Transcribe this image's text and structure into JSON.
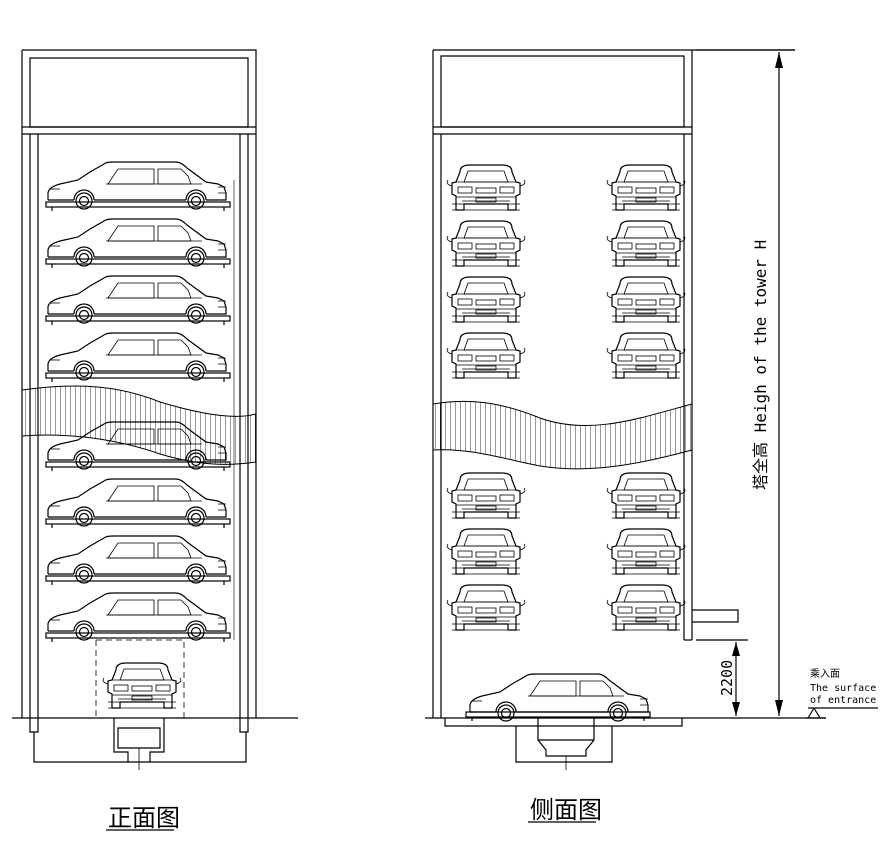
{
  "front_view": {
    "caption": "正面图",
    "upper_car_count": 4,
    "lower_car_count": 4
  },
  "side_view": {
    "caption": "侧面图",
    "upper_row_count": 4,
    "lower_row_count": 3,
    "columns": 2
  },
  "dimensions": {
    "tower_height_label": "塔全高 Heigh of the tower H",
    "entrance_height": "2200"
  },
  "entrance": {
    "cn_label": "乘入面",
    "en_line1": "The surface",
    "en_line2": "of entrance"
  }
}
